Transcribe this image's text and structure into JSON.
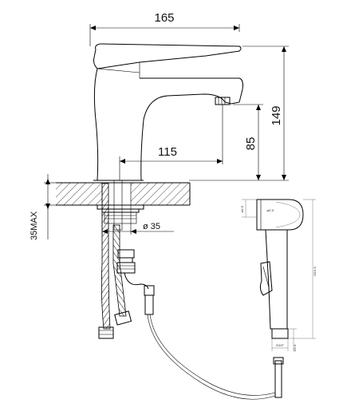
{
  "dimensions": {
    "overall_length": "165",
    "total_height": "149",
    "spout_height": "85",
    "spout_reach": "115",
    "max_counter_thickness": "35MAX",
    "mounting_hole_diameter": "ø 35"
  },
  "shower_head_dimensions": {
    "top_width": "øX.X",
    "head_diameter": "øX.X",
    "total_length": "XXX.X",
    "connector_thread": "G1/2\"",
    "bottom_height": "XX.X"
  }
}
